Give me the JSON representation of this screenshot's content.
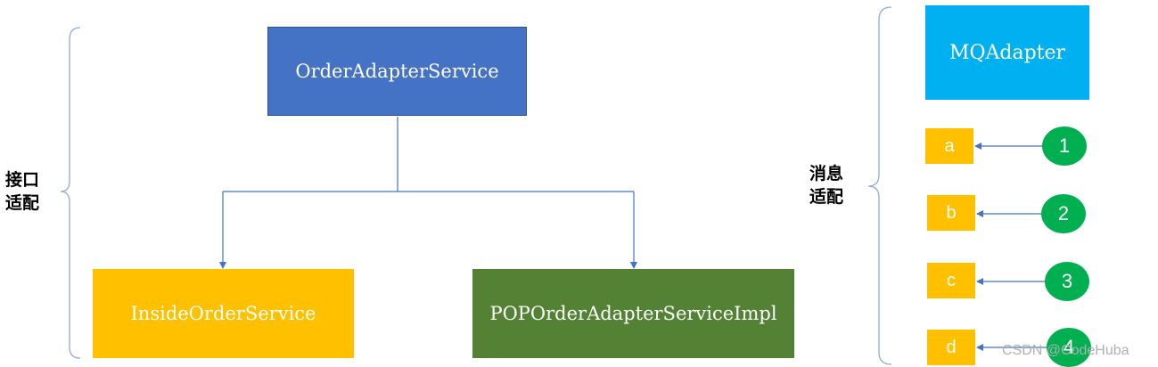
{
  "left_group": {
    "label_line1": "接口",
    "label_line2": "适配",
    "root": "OrderAdapterService",
    "children": [
      "InsideOrderService",
      "POPOrderAdapterServiceImpl"
    ]
  },
  "right_group": {
    "label_line1": "消息",
    "label_line2": "适配",
    "title": "MQAdapter",
    "items": [
      {
        "box": "a",
        "circle": "1"
      },
      {
        "box": "b",
        "circle": "2"
      },
      {
        "box": "c",
        "circle": "3"
      },
      {
        "box": "d",
        "circle": "4"
      }
    ]
  },
  "watermark": "CSDN @CodeHuba",
  "colors": {
    "root": "#4472c4",
    "inside": "#ffc000",
    "pop": "#548235",
    "mq": "#00b0f0",
    "small_box": "#ffc000",
    "circle": "#00b050",
    "connector": "#4472c4",
    "bracket": "#8faadc"
  }
}
